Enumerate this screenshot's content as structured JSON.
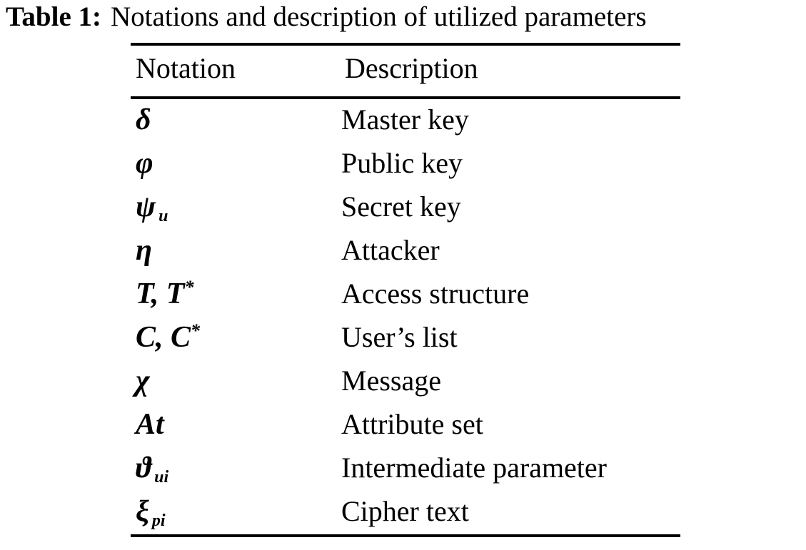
{
  "caption": {
    "label": "Table 1:",
    "text": "Notations and description of utilized parameters"
  },
  "table": {
    "columns": [
      {
        "key": "notation",
        "header": "Notation"
      },
      {
        "key": "description",
        "header": "Description"
      }
    ],
    "rows": [
      {
        "notation": "δ",
        "notation_sub": "",
        "notation_sup": "",
        "description": "Master key"
      },
      {
        "notation": "φ",
        "notation_sub": "",
        "notation_sup": "",
        "description": "Public key"
      },
      {
        "notation": "ψ",
        "notation_sub": "u",
        "notation_sup": "",
        "description": "Secret key"
      },
      {
        "notation": "η",
        "notation_sub": "",
        "notation_sup": "",
        "description": "Attacker"
      },
      {
        "notation": "T, T",
        "notation_sub": "",
        "notation_sup": "*",
        "description": "Access structure"
      },
      {
        "notation": "C, C",
        "notation_sub": "",
        "notation_sup": "*",
        "description": "User’s list"
      },
      {
        "notation": "χ",
        "notation_sub": "",
        "notation_sup": "",
        "description": "Message"
      },
      {
        "notation": "At",
        "notation_sub": "",
        "notation_sup": "",
        "description": "Attribute set"
      },
      {
        "notation": "ϑ",
        "notation_sub": "ui",
        "notation_sup": "",
        "description": "Intermediate parameter"
      },
      {
        "notation": "ξ",
        "notation_sub": "pi",
        "notation_sup": "",
        "description": "Cipher text"
      }
    ]
  },
  "style": {
    "rule_color": "#000000",
    "text_color": "#000000",
    "background": "#ffffff"
  }
}
